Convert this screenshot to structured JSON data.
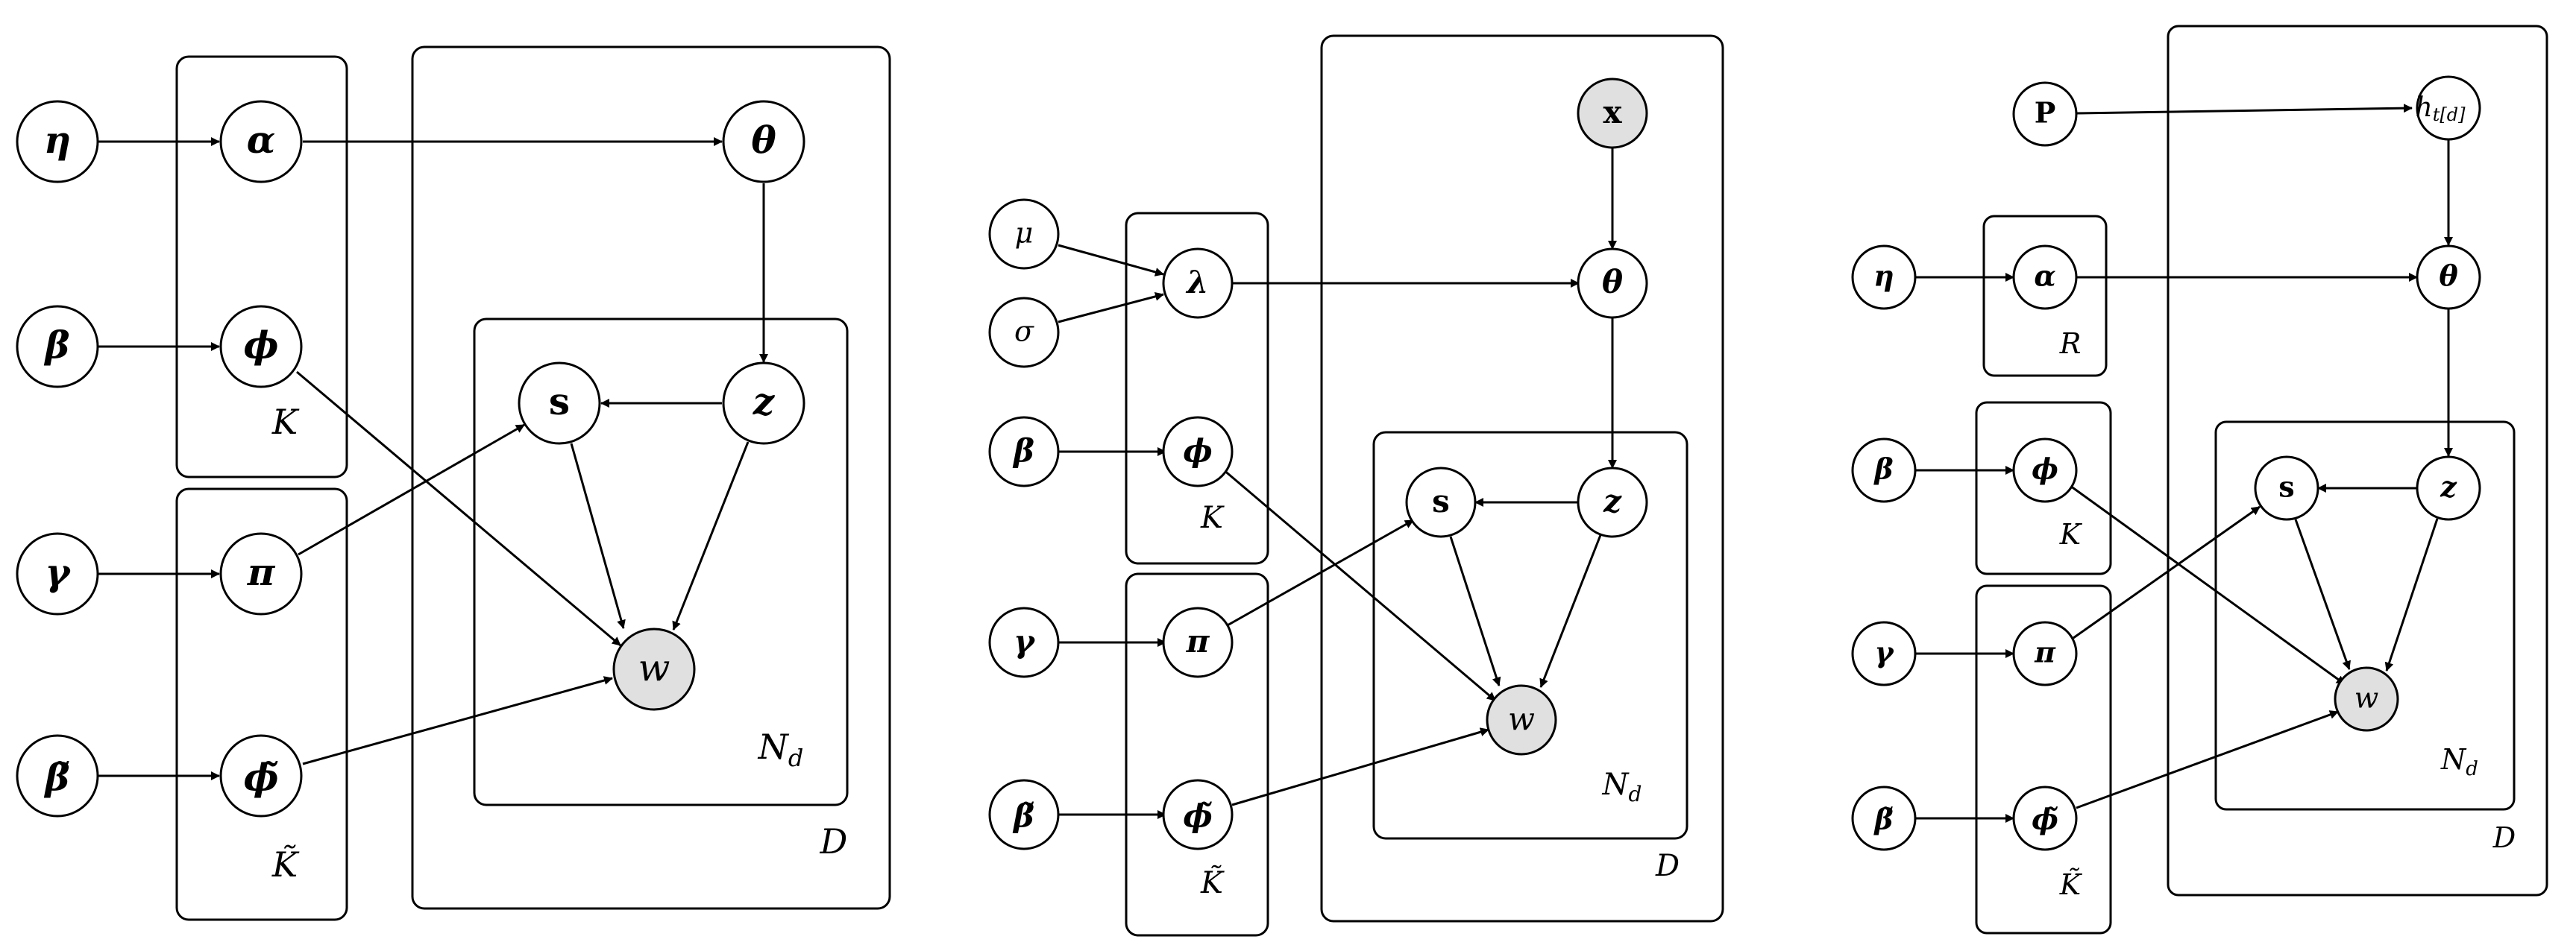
{
  "colors": {
    "stroke": "#000000",
    "node_fill": "#ffffff",
    "observed_fill": "#e0e0e0"
  },
  "diagrams": [
    {
      "plates": [
        {
          "label": "K",
          "label_html": "K"
        },
        {
          "label": "K~",
          "label_html": "K̃"
        },
        {
          "label": "Nd",
          "label_html": "N_d"
        },
        {
          "label": "D",
          "label_html": "D"
        }
      ],
      "nodes": [
        {
          "id": "eta",
          "text": "η"
        },
        {
          "id": "beta",
          "text": "β"
        },
        {
          "id": "gamma",
          "text": "γ"
        },
        {
          "id": "beta_tilde",
          "text": "β̃"
        },
        {
          "id": "alpha",
          "text": "α"
        },
        {
          "id": "phi",
          "text": "ϕ"
        },
        {
          "id": "pi",
          "text": "π"
        },
        {
          "id": "phi_tilde",
          "text": "ϕ̃"
        },
        {
          "id": "theta",
          "text": "θ"
        },
        {
          "id": "z",
          "text": "z"
        },
        {
          "id": "s",
          "text": "s"
        },
        {
          "id": "w",
          "text": "w",
          "observed": true
        }
      ]
    },
    {
      "plates": [
        {
          "label": "K",
          "label_html": "K"
        },
        {
          "label": "K~",
          "label_html": "K̃"
        },
        {
          "label": "Nd",
          "label_html": "N_d"
        },
        {
          "label": "D",
          "label_html": "D"
        }
      ],
      "nodes": [
        {
          "id": "mu",
          "text": "μ"
        },
        {
          "id": "sigma",
          "text": "σ"
        },
        {
          "id": "beta",
          "text": "β"
        },
        {
          "id": "gamma",
          "text": "γ"
        },
        {
          "id": "beta_tilde",
          "text": "β̃"
        },
        {
          "id": "lambda",
          "text": "λ"
        },
        {
          "id": "phi",
          "text": "ϕ"
        },
        {
          "id": "pi",
          "text": "π"
        },
        {
          "id": "phi_tilde",
          "text": "ϕ̃"
        },
        {
          "id": "x",
          "text": "x",
          "observed": true
        },
        {
          "id": "theta",
          "text": "θ"
        },
        {
          "id": "z",
          "text": "z"
        },
        {
          "id": "s",
          "text": "s"
        },
        {
          "id": "w",
          "text": "w",
          "observed": true
        }
      ]
    },
    {
      "plates": [
        {
          "label": "R",
          "label_html": "R"
        },
        {
          "label": "K",
          "label_html": "K"
        },
        {
          "label": "K~",
          "label_html": "K̃"
        },
        {
          "label": "Nd",
          "label_html": "N_d"
        },
        {
          "label": "D",
          "label_html": "D"
        }
      ],
      "nodes": [
        {
          "id": "P",
          "text": "P"
        },
        {
          "id": "eta",
          "text": "η"
        },
        {
          "id": "beta",
          "text": "β"
        },
        {
          "id": "gamma",
          "text": "γ"
        },
        {
          "id": "beta_tilde",
          "text": "β̃"
        },
        {
          "id": "alpha",
          "text": "α"
        },
        {
          "id": "phi",
          "text": "ϕ"
        },
        {
          "id": "pi",
          "text": "π"
        },
        {
          "id": "phi_tilde",
          "text": "ϕ̃"
        },
        {
          "id": "h",
          "text": "h",
          "sub": "t[d]"
        },
        {
          "id": "theta",
          "text": "θ"
        },
        {
          "id": "z",
          "text": "z"
        },
        {
          "id": "s",
          "text": "s"
        },
        {
          "id": "w",
          "text": "w",
          "observed": true
        }
      ]
    }
  ]
}
